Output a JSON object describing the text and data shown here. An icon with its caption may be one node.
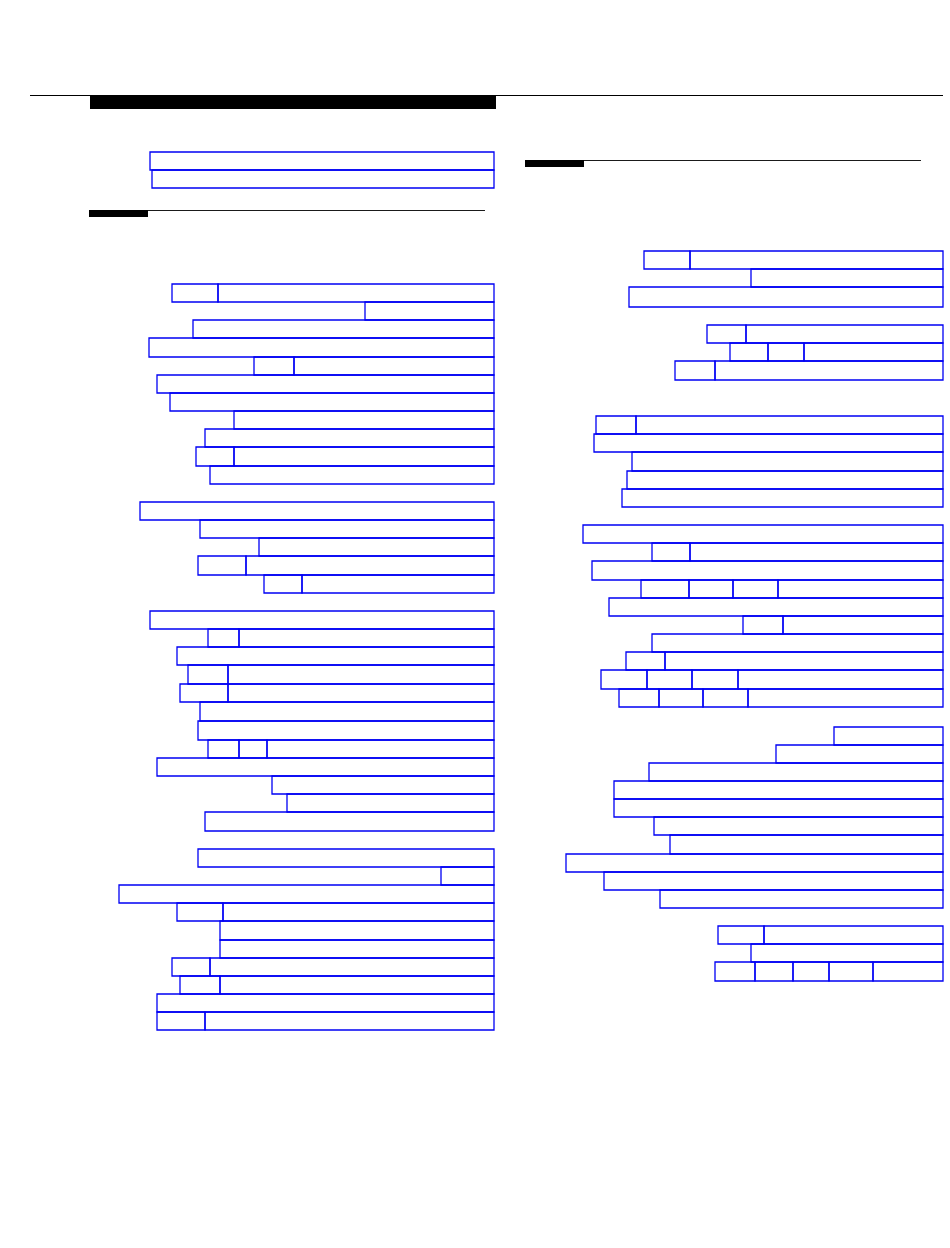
{
  "diagram": {
    "nodes": [
      {
        "text": [],
        "shape": "box"
      },
      {
        "text": [],
        "shape": "box"
      },
      {
        "text": [],
        "shape": "box"
      },
      {
        "text": [],
        "shape": "box"
      },
      {
        "text": [],
        "shape": "box"
      },
      {
        "text": [],
        "shape": "box"
      },
      {
        "text": [],
        "shape": "box"
      },
      {
        "text": [],
        "shape": "box"
      },
      {
        "text": [],
        "shape": "box"
      },
      {
        "text": [],
        "shape": "box"
      },
      {
        "text": [],
        "shape": "box"
      },
      {
        "text": [],
        "shape": "box"
      },
      {
        "text": [],
        "shape": "box"
      },
      {
        "text": [],
        "shape": "box"
      },
      {
        "text": [],
        "shape": "box"
      },
      {
        "text": [],
        "shape": "box"
      },
      {
        "text": [],
        "shape": "box"
      },
      {
        "text": [],
        "shape": "box"
      },
      {
        "text": [],
        "shape": "box"
      },
      {
        "text": [],
        "shape": "box"
      },
      {
        "text": [],
        "shape": "box"
      },
      {
        "text": [],
        "shape": "box"
      },
      {
        "text": [],
        "shape": "box"
      },
      {
        "text": [],
        "shape": "box"
      },
      {
        "text": [],
        "shape": "box"
      },
      {
        "text": [],
        "shape": "box"
      },
      {
        "text": [],
        "shape": "box"
      },
      {
        "text": [],
        "shape": "box"
      },
      {
        "text": [],
        "shape": "box"
      },
      {
        "text": [],
        "shape": "box"
      },
      {
        "text": [],
        "shape": "box"
      },
      {
        "text": [],
        "shape": "box"
      },
      {
        "text": [],
        "shape": "box"
      },
      {
        "text": [],
        "shape": "box"
      },
      {
        "text": [],
        "shape": "box"
      },
      {
        "text": [],
        "shape": "box"
      },
      {
        "text": [],
        "shape": "box"
      },
      {
        "text": [],
        "shape": "box"
      },
      {
        "text": [],
        "shape": "box"
      },
      {
        "text": [],
        "shape": "box"
      },
      {
        "text": [],
        "shape": "box"
      },
      {
        "text": [],
        "shape": "box"
      },
      {
        "text": [],
        "shape": "box"
      },
      {
        "text": [],
        "shape": "box"
      },
      {
        "text": [],
        "shape": "box"
      },
      {
        "text": [],
        "shape": "box"
      },
      {
        "text": [],
        "shape": "box"
      },
      {
        "text": [],
        "shape": "box"
      },
      {
        "text": [],
        "shape": "box"
      },
      {
        "text": [],
        "shape": "box"
      },
      {
        "text": [],
        "shape": "box"
      },
      {
        "text": [],
        "shape": "box"
      },
      {
        "text": [],
        "shape": "box"
      },
      {
        "text": [],
        "shape": "box"
      },
      {
        "text": [],
        "shape": "box"
      },
      {
        "text": [],
        "shape": "box"
      },
      {
        "text": [],
        "shape": "box"
      },
      {
        "text": [],
        "shape": "box"
      },
      {
        "text": [],
        "shape": "box"
      },
      {
        "text": [],
        "shape": "box"
      },
      {
        "text": [],
        "shape": "box"
      },
      {
        "text": [],
        "shape": "box"
      },
      {
        "text": [],
        "shape": "box"
      },
      {
        "text": [],
        "shape": "box"
      },
      {
        "text": [],
        "shape": "box"
      },
      {
        "text": [],
        "shape": "box"
      },
      {
        "text": [],
        "shape": "box"
      },
      {
        "text": [],
        "shape": "box"
      },
      {
        "text": [],
        "shape": "box"
      },
      {
        "text": [],
        "shape": "box"
      },
      {
        "text": [],
        "shape": "box"
      },
      {
        "text": [],
        "shape": "box"
      },
      {
        "text": [],
        "shape": "box"
      },
      {
        "text": [],
        "shape": "box"
      },
      {
        "text": [],
        "shape": "box"
      },
      {
        "text": [],
        "shape": "box"
      },
      {
        "text": [],
        "shape": "box"
      },
      {
        "text": [],
        "shape": "box"
      },
      {
        "text": [],
        "shape": "box"
      },
      {
        "text": [],
        "shape": "box"
      },
      {
        "text": [],
        "shape": "box"
      },
      {
        "text": [],
        "shape": "box"
      },
      {
        "text": [],
        "shape": "box"
      },
      {
        "text": [],
        "shape": "box"
      },
      {
        "text": [],
        "shape": "box"
      },
      {
        "text": [],
        "shape": "box"
      },
      {
        "text": [],
        "shape": "box"
      },
      {
        "text": [],
        "shape": "box"
      },
      {
        "text": [],
        "shape": "box"
      },
      {
        "text": [],
        "shape": "box"
      },
      {
        "text": [],
        "shape": "box"
      },
      {
        "text": [],
        "shape": "box"
      },
      {
        "text": [],
        "shape": "box"
      },
      {
        "text": [],
        "shape": "box"
      },
      {
        "text": [],
        "shape": "box"
      },
      {
        "text": [],
        "shape": "box"
      },
      {
        "text": [],
        "shape": "box"
      },
      {
        "text": [],
        "shape": "box"
      },
      {
        "text": [],
        "shape": "box"
      },
      {
        "text": [],
        "shape": "box"
      },
      {
        "text": [],
        "shape": "box"
      },
      {
        "text": [],
        "shape": "box"
      },
      {
        "text": [],
        "shape": "box"
      },
      {
        "text": [],
        "shape": "box"
      },
      {
        "text": [],
        "shape": "box"
      },
      {
        "text": [],
        "shape": "box"
      },
      {
        "text": [],
        "shape": "box"
      },
      {
        "text": [],
        "shape": "box"
      },
      {
        "text": [],
        "shape": "box"
      },
      {
        "text": [],
        "shape": "box"
      },
      {
        "text": [],
        "shape": "box"
      }
    ]
  }
}
